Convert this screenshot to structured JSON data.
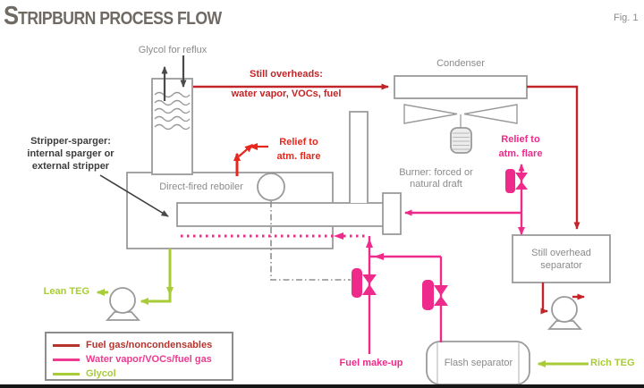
{
  "title": {
    "initial": "S",
    "rest": "TRIPBURN PROCESS FLOW"
  },
  "fig_label": "Fig. 1",
  "labels": {
    "glycol_for_reflux": "Glycol for reflux",
    "still_overheads_line1": "Still overheads:",
    "still_overheads_line2": "water vapor, VOCs, fuel",
    "condenser": "Condenser",
    "relief_line1": "Relief to",
    "relief_line2": "atm. flare",
    "stripper_note_line1": "Stripper-sparger:",
    "stripper_note_line2": "internal sparger or",
    "stripper_note_line3": "external stripper",
    "reboiler": "Direct-fired reboiler",
    "burner_line1": "Burner: forced or",
    "burner_line2": "natural draft",
    "separator_line1": "Still overhead",
    "separator_line2": "separator",
    "fuel_makeup": "Fuel make-up",
    "flash_separator": "Flash separator",
    "rich_teg": "Rich TEG",
    "lean_teg": "Lean TEG"
  },
  "legend": {
    "items": [
      {
        "label": "Fuel gas/noncondensables",
        "color": "#b5342c"
      },
      {
        "label": "Water vapor/VOCs/fuel gas",
        "color": "#ee3a90"
      },
      {
        "label": "Glycol",
        "color": "#a8cb38"
      }
    ]
  },
  "colors": {
    "fuel-red": "#c22428",
    "relief-red": "#e8271c",
    "pink": "#ee2a8b",
    "green": "#a8cb38",
    "outline-gray": "#9a9a9a",
    "label-gray": "#8a8a8a",
    "note-dark": "#3d3d3d",
    "title-gray": "#6f6a64"
  }
}
